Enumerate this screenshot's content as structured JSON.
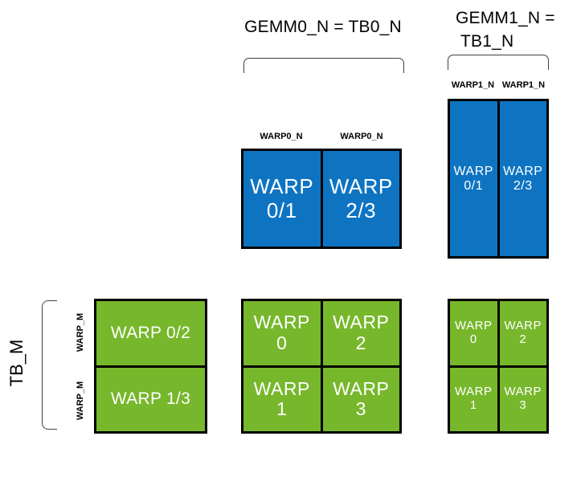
{
  "colors": {
    "blue": "#0E74C2",
    "green": "#77B72C",
    "line": "#3F3F3F",
    "border": "#000000",
    "cell_text": "#FFFFFF",
    "label_text": "#000000"
  },
  "header": {
    "gemm0_title": "GEMM0_N = TB0_N",
    "gemm1_title_line1": "GEMM1_N =",
    "gemm1_title_line2": "TB1_N"
  },
  "axis": {
    "tb_m": "TB_M",
    "warp_m": [
      "WARP_M",
      "WARP_M"
    ],
    "warp0_n": [
      "WARP0_N",
      "WARP0_N"
    ],
    "warp1_n": [
      "WARP1_N",
      "WARP1_N"
    ]
  },
  "blocks": {
    "blue_wide": {
      "cells": [
        {
          "l1": "WARP",
          "l2": "0/1"
        },
        {
          "l1": "WARP",
          "l2": "2/3"
        }
      ]
    },
    "blue_tall": {
      "cells": [
        {
          "l1": "WARP",
          "l2": "0/1"
        },
        {
          "l1": "WARP",
          "l2": "2/3"
        }
      ]
    },
    "green_left": {
      "cells": [
        "WARP 0/2",
        "WARP 1/3"
      ]
    },
    "green_center": {
      "cells": [
        {
          "l1": "WARP",
          "l2": "0"
        },
        {
          "l1": "WARP",
          "l2": "2"
        },
        {
          "l1": "WARP",
          "l2": "1"
        },
        {
          "l1": "WARP",
          "l2": "3"
        }
      ]
    },
    "green_right": {
      "cells": [
        {
          "l1": "WARP",
          "l2": "0"
        },
        {
          "l1": "WARP",
          "l2": "2"
        },
        {
          "l1": "WARP",
          "l2": "1"
        },
        {
          "l1": "WARP",
          "l2": "3"
        }
      ]
    }
  }
}
